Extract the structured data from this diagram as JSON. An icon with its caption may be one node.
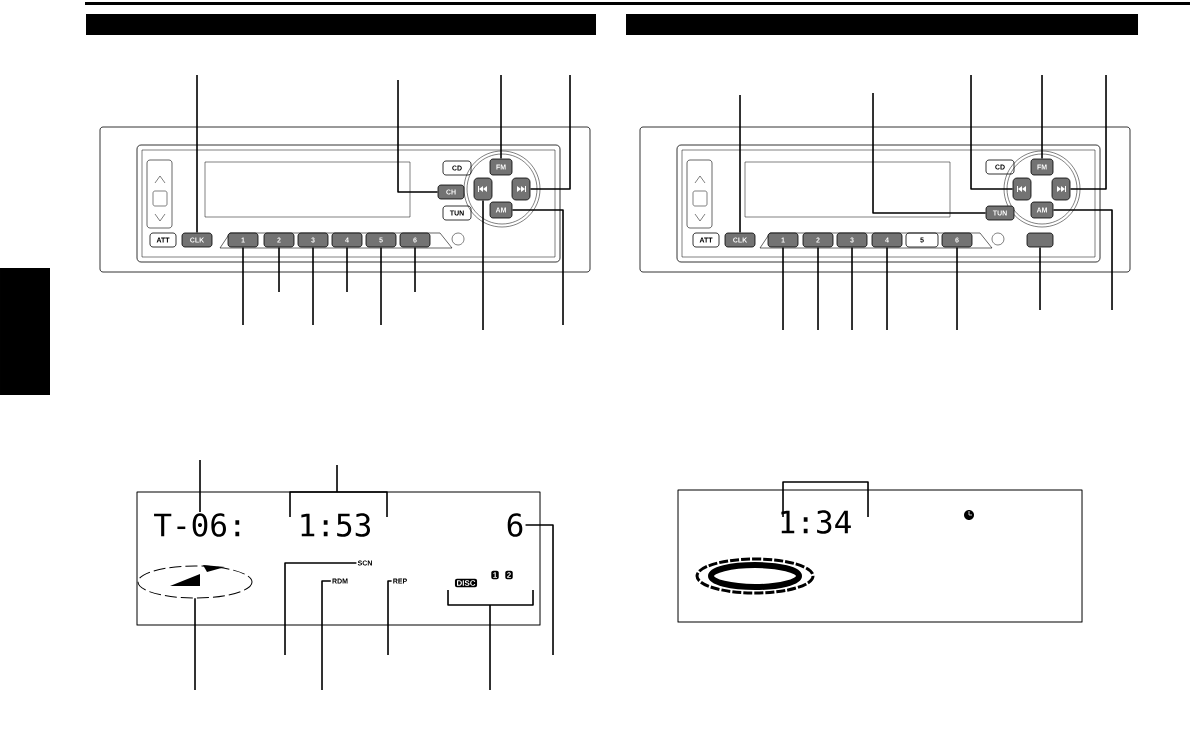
{
  "diagram": {
    "nodes": [
      {
        "text": [
          "ATT"
        ]
      },
      {
        "text": [
          "CLK"
        ]
      },
      {
        "text": [
          "CD"
        ]
      },
      {
        "text": [
          "CH"
        ]
      },
      {
        "text": [
          "TUN"
        ]
      },
      {
        "text": [
          "FM"
        ]
      },
      {
        "text": [],
        "shape": "box"
      },
      {
        "text": [],
        "shape": "box"
      },
      {
        "text": [
          "AM"
        ]
      },
      {
        "text": [
          "1"
        ]
      },
      {
        "text": [
          "2"
        ]
      },
      {
        "text": [
          "3"
        ]
      },
      {
        "text": [
          "4"
        ]
      },
      {
        "text": [
          "5"
        ]
      },
      {
        "text": [
          "6"
        ]
      },
      {
        "text": [
          "ATT"
        ]
      },
      {
        "text": [
          "CLK"
        ]
      },
      {
        "text": [
          "CD"
        ]
      },
      {
        "text": [
          "TUN"
        ]
      },
      {
        "text": [
          "FM"
        ]
      },
      {
        "text": [],
        "shape": "box"
      },
      {
        "text": [],
        "shape": "box"
      },
      {
        "text": [
          "AM"
        ]
      },
      {
        "text": [
          "1"
        ]
      },
      {
        "text": [
          "2"
        ]
      },
      {
        "text": [
          "3"
        ]
      },
      {
        "text": [
          "4"
        ]
      },
      {
        "text": [
          "5"
        ]
      },
      {
        "text": [
          "6"
        ]
      },
      {
        "text": [],
        "shape": "box"
      },
      {
        "text": [
          "T-06:"
        ]
      },
      {
        "text": [
          "1:53"
        ]
      },
      {
        "text": [
          "6"
        ]
      },
      {
        "text": [],
        "shape": "circle"
      },
      {
        "text": [
          "SCN"
        ]
      },
      {
        "text": [
          "RDM"
        ]
      },
      {
        "text": [
          "REP"
        ]
      },
      {
        "text": [
          "DISC"
        ]
      },
      {
        "text": [
          "1"
        ]
      },
      {
        "text": [
          "2"
        ]
      },
      {
        "text": [
          "1:34"
        ]
      }
    ],
    "edges": [
      {
        "from": null,
        "to": 1,
        "arrow": "none"
      },
      {
        "from": null,
        "to": 3,
        "arrow": "none"
      },
      {
        "from": null,
        "to": 5,
        "arrow": "none"
      },
      {
        "from": null,
        "to": 7,
        "arrow": "none"
      },
      {
        "from": null,
        "to": 9,
        "arrow": "none"
      },
      {
        "from": null,
        "to": 10,
        "arrow": "none"
      },
      {
        "from": null,
        "to": 11,
        "arrow": "none"
      },
      {
        "from": null,
        "to": 12,
        "arrow": "none"
      },
      {
        "from": null,
        "to": 13,
        "arrow": "none"
      },
      {
        "from": null,
        "to": 14,
        "arrow": "none"
      },
      {
        "from": null,
        "to": 6,
        "arrow": "none"
      },
      {
        "from": null,
        "to": 8,
        "arrow": "none"
      },
      {
        "from": null,
        "to": 16,
        "arrow": "none"
      },
      {
        "from": null,
        "to": 18,
        "arrow": "none"
      },
      {
        "from": null,
        "to": 20,
        "arrow": "none"
      },
      {
        "from": null,
        "to": 19,
        "arrow": "none"
      },
      {
        "from": null,
        "to": 21,
        "arrow": "none"
      },
      {
        "from": null,
        "to": 23,
        "arrow": "none"
      },
      {
        "from": null,
        "to": 24,
        "arrow": "none"
      },
      {
        "from": null,
        "to": 25,
        "arrow": "none"
      },
      {
        "from": null,
        "to": 26,
        "arrow": "none"
      },
      {
        "from": null,
        "to": 28,
        "arrow": "none"
      },
      {
        "from": null,
        "to": 29,
        "arrow": "none"
      },
      {
        "from": null,
        "to": 22,
        "arrow": "none"
      },
      {
        "from": null,
        "to": 30,
        "arrow": "none"
      },
      {
        "from": null,
        "to": 31,
        "arrow": "none"
      },
      {
        "from": null,
        "to": 32,
        "arrow": "none"
      },
      {
        "from": null,
        "to": 33,
        "arrow": "none"
      },
      {
        "from": null,
        "to": 34,
        "arrow": "none"
      },
      {
        "from": null,
        "to": 35,
        "arrow": "none"
      },
      {
        "from": null,
        "to": 36,
        "arrow": "none"
      },
      {
        "from": null,
        "to": 37,
        "arrow": "none"
      }
    ]
  }
}
